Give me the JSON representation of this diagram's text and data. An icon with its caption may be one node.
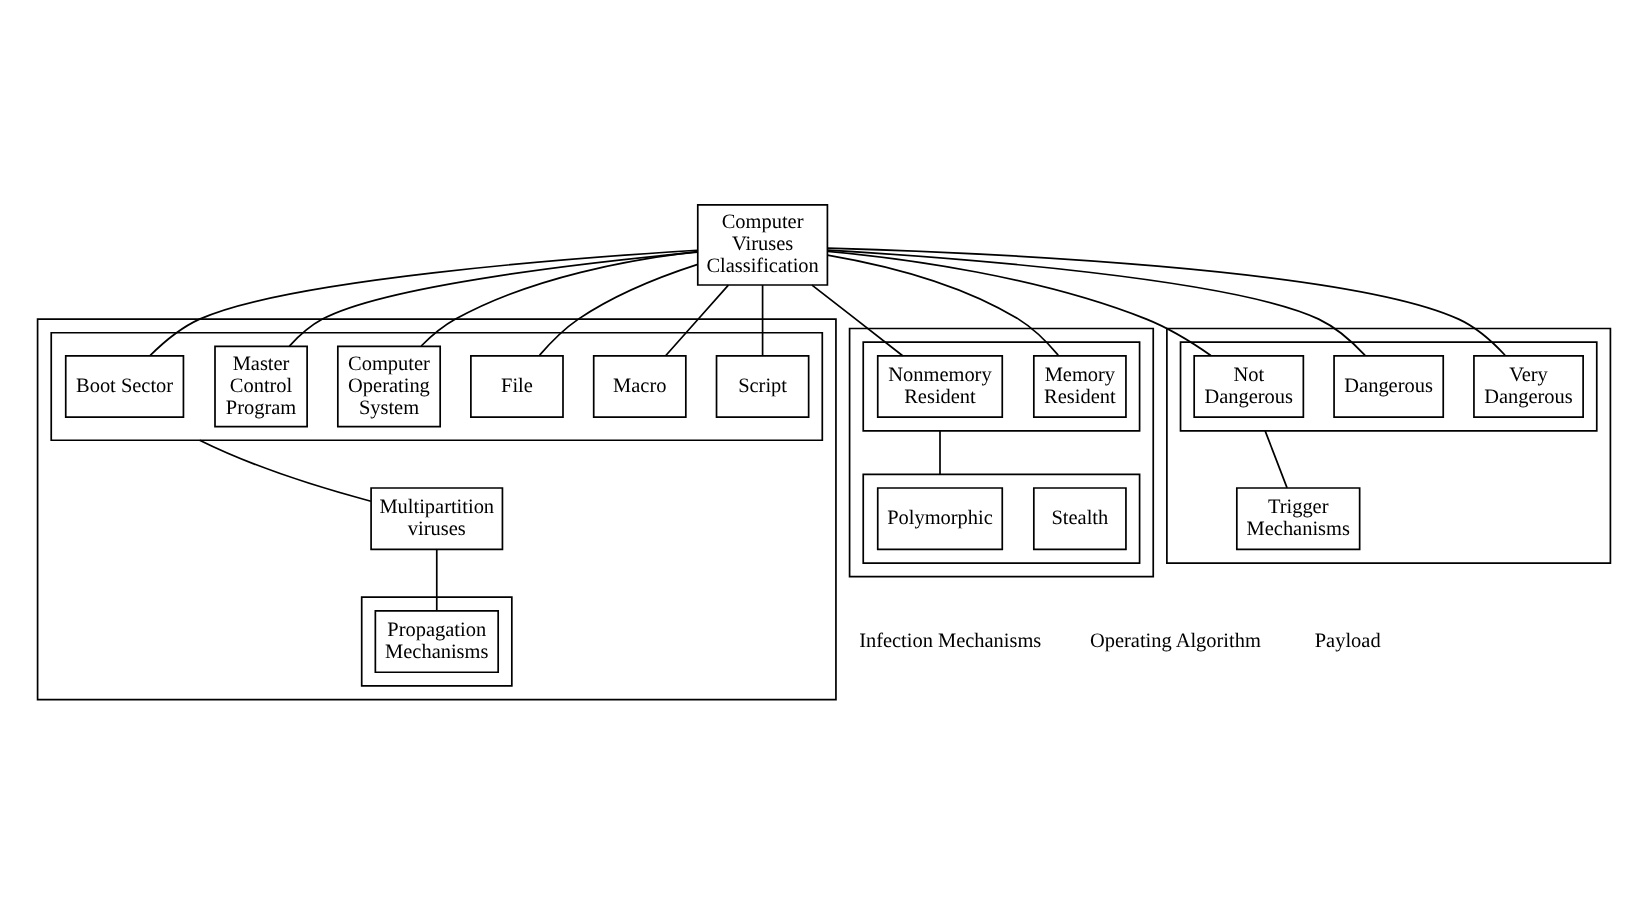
{
  "diagram": {
    "nodes": [
      {
        "text": [
          "Computer Viruses Classification"
        ]
      },
      {
        "text": [],
        "shape": "box"
      },
      {
        "text": [],
        "shape": "box",
        "in": 1
      },
      {
        "text": [
          "Boot Sector"
        ],
        "in": 2
      },
      {
        "text": [
          "Master Control Program"
        ],
        "in": 2
      },
      {
        "text": [
          "Computer Operating System"
        ],
        "in": 2
      },
      {
        "text": [
          "File"
        ],
        "in": 2
      },
      {
        "text": [
          "Macro"
        ],
        "in": 2
      },
      {
        "text": [
          "Script"
        ],
        "in": 2
      },
      {
        "text": [
          "Multipartition viruses"
        ],
        "in": 1
      },
      {
        "text": [],
        "shape": "box",
        "in": 1
      },
      {
        "text": [
          "Propagation Mechanisms"
        ],
        "in": 10
      },
      {
        "text": [],
        "shape": "box"
      },
      {
        "text": [],
        "shape": "box",
        "in": 12
      },
      {
        "text": [
          "Nonmemory Resident"
        ],
        "in": 13
      },
      {
        "text": [
          "Memory Resident"
        ],
        "in": 13
      },
      {
        "text": [],
        "shape": "box",
        "in": 12
      },
      {
        "text": [
          "Polymorphic"
        ],
        "in": 16
      },
      {
        "text": [
          "Stealth"
        ],
        "in": 16
      },
      {
        "text": [],
        "shape": "box"
      },
      {
        "text": [],
        "shape": "box",
        "in": 19
      },
      {
        "text": [
          "Not Dangerous"
        ],
        "in": 20
      },
      {
        "text": [
          "Dangerous"
        ],
        "in": 20
      },
      {
        "text": [
          "Very Dangerous"
        ],
        "in": 20
      },
      {
        "text": [
          "Trigger Mechanisms"
        ],
        "in": 19
      }
    ],
    "edges": [
      {
        "from": 0,
        "to": 3,
        "arrow": "none"
      },
      {
        "from": 0,
        "to": 4,
        "arrow": "none"
      },
      {
        "from": 0,
        "to": 5,
        "arrow": "none"
      },
      {
        "from": 0,
        "to": 6,
        "arrow": "none"
      },
      {
        "from": 0,
        "to": 7,
        "arrow": "none"
      },
      {
        "from": 0,
        "to": 8,
        "arrow": "none"
      },
      {
        "from": 0,
        "to": 14,
        "arrow": "none"
      },
      {
        "from": 0,
        "to": 15,
        "arrow": "none"
      },
      {
        "from": 0,
        "to": 21,
        "arrow": "none"
      },
      {
        "from": 0,
        "to": 22,
        "arrow": "none"
      },
      {
        "from": 0,
        "to": 23,
        "arrow": "none"
      },
      {
        "from": 2,
        "to": 9,
        "arrow": "none"
      },
      {
        "from": 9,
        "to": 11,
        "arrow": "none"
      },
      {
        "from": 13,
        "to": 16,
        "arrow": "none"
      },
      {
        "from": 20,
        "to": 24,
        "arrow": "none"
      }
    ],
    "labels": [
      "Infection Mechanisms",
      "Operating Algorithm",
      "Payload"
    ]
  }
}
